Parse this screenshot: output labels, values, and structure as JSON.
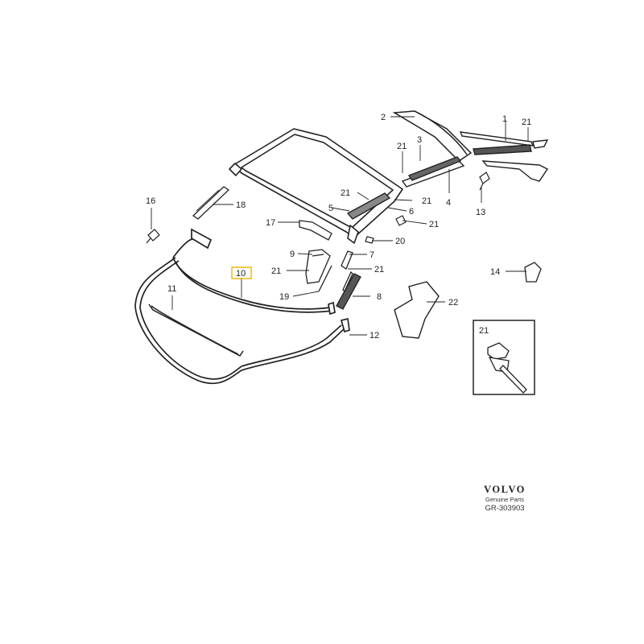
{
  "diagram": {
    "callouts": [
      {
        "id": "c-2",
        "text": "2"
      },
      {
        "id": "c-1",
        "text": "1"
      },
      {
        "id": "c-21a",
        "text": "21"
      },
      {
        "id": "c-3",
        "text": "3"
      },
      {
        "id": "c-21b",
        "text": "21"
      },
      {
        "id": "c-21c",
        "text": "21"
      },
      {
        "id": "c-21d",
        "text": "21"
      },
      {
        "id": "c-5",
        "text": "5"
      },
      {
        "id": "c-4",
        "text": "4"
      },
      {
        "id": "c-6",
        "text": "6"
      },
      {
        "id": "c-13",
        "text": "13"
      },
      {
        "id": "c-16",
        "text": "16"
      },
      {
        "id": "c-18",
        "text": "18"
      },
      {
        "id": "c-17",
        "text": "17"
      },
      {
        "id": "c-21e",
        "text": "21"
      },
      {
        "id": "c-20",
        "text": "20"
      },
      {
        "id": "c-9",
        "text": "9"
      },
      {
        "id": "c-7",
        "text": "7"
      },
      {
        "id": "c-21f",
        "text": "21"
      },
      {
        "id": "c-21g",
        "text": "21"
      },
      {
        "id": "c-10",
        "text": "10"
      },
      {
        "id": "c-14",
        "text": "14"
      },
      {
        "id": "c-11",
        "text": "11"
      },
      {
        "id": "c-19",
        "text": "19"
      },
      {
        "id": "c-8",
        "text": "8"
      },
      {
        "id": "c-22",
        "text": "22"
      },
      {
        "id": "c-12",
        "text": "12"
      },
      {
        "id": "c-21-inset",
        "text": "21"
      }
    ],
    "highlight_callout": "10",
    "highlight_color": "#f0b400",
    "line_color": "#222222"
  },
  "brand": {
    "logo": "VOLVO",
    "subtitle": "Genuine Parts",
    "code": "GR-303903"
  }
}
